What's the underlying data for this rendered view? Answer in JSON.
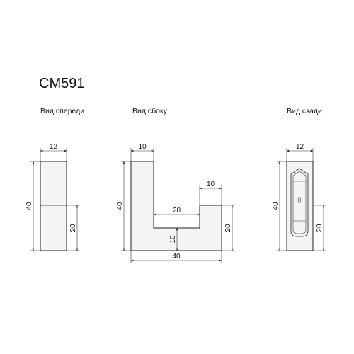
{
  "model": "CM591",
  "views": {
    "front": {
      "label": "Вид спереди",
      "dims": {
        "width": "12",
        "height": "40",
        "mid": "20"
      }
    },
    "side": {
      "label": "Вид сбоку",
      "dims": {
        "top_left": "10",
        "top_right": "10",
        "height": "40",
        "inner": "20",
        "base": "10",
        "right": "20",
        "bottom": "40"
      }
    },
    "back": {
      "label": "Вид сзади",
      "dims": {
        "width": "12",
        "height": "40",
        "mid": "20"
      }
    }
  }
}
